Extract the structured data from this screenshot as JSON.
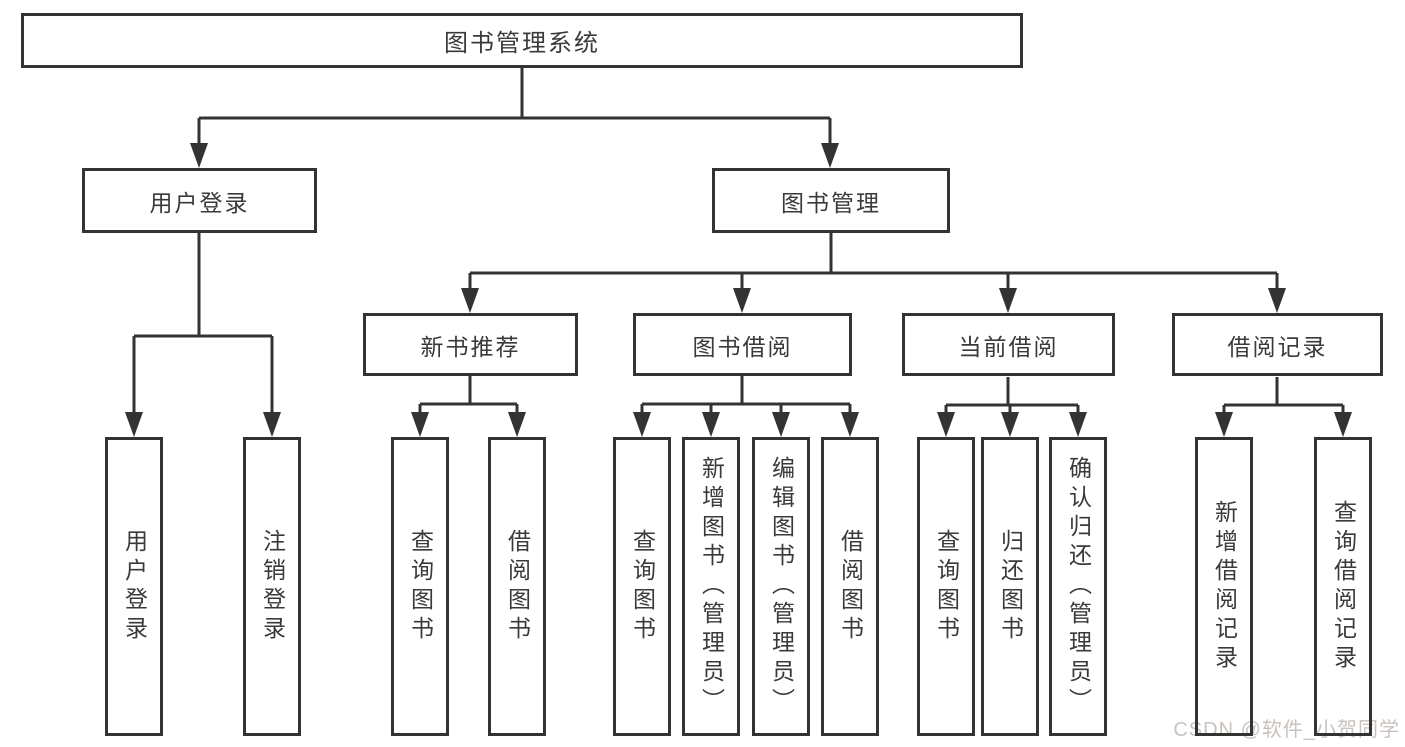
{
  "colors": {
    "stroke": "#333333",
    "box_fill": "#ffffff",
    "text": "#3a3a3a",
    "watermark": "#c9c2bd"
  },
  "watermark": {
    "text": "CSDN @软件_小贺同学"
  },
  "tree": {
    "root": {
      "label": "图书管理系统",
      "children": [
        {
          "label": "用户登录",
          "children": [
            {
              "label": "用户登录"
            },
            {
              "label": "注销登录"
            }
          ]
        },
        {
          "label": "图书管理",
          "children": [
            {
              "label": "新书推荐",
              "children": [
                {
                  "label": "查询图书"
                },
                {
                  "label": "借阅图书"
                }
              ]
            },
            {
              "label": "图书借阅",
              "children": [
                {
                  "label": "查询图书"
                },
                {
                  "label": "新增图书（管理员）"
                },
                {
                  "label": "编辑图书（管理员）"
                },
                {
                  "label": "借阅图书"
                }
              ]
            },
            {
              "label": "当前借阅",
              "children": [
                {
                  "label": "查询图书"
                },
                {
                  "label": "归还图书"
                },
                {
                  "label": "确认归还（管理员）"
                }
              ]
            },
            {
              "label": "借阅记录",
              "children": [
                {
                  "label": "新增借阅记录"
                },
                {
                  "label": "查询借阅记录"
                }
              ]
            }
          ]
        }
      ]
    }
  }
}
